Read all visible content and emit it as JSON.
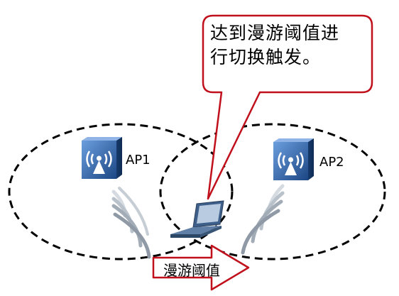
{
  "callout": {
    "line1": "达到漫游阈值进",
    "line2": "行切换触发。"
  },
  "ap1": {
    "label": "AP1",
    "icon": "wireless-access-point-icon"
  },
  "ap2": {
    "label": "AP2",
    "icon": "wireless-access-point-icon"
  },
  "client": {
    "icon": "laptop-icon"
  },
  "roaming_arrow": {
    "label": "漫游阈值"
  },
  "colors": {
    "callout_border": "#c0101c",
    "arrow_border": "#c0101c",
    "ap_blue_dark": "#1f4f8e",
    "ap_blue_light": "#5a8fd0",
    "signal_wave": "#9aa6b2",
    "coverage_dash": "#000000"
  }
}
